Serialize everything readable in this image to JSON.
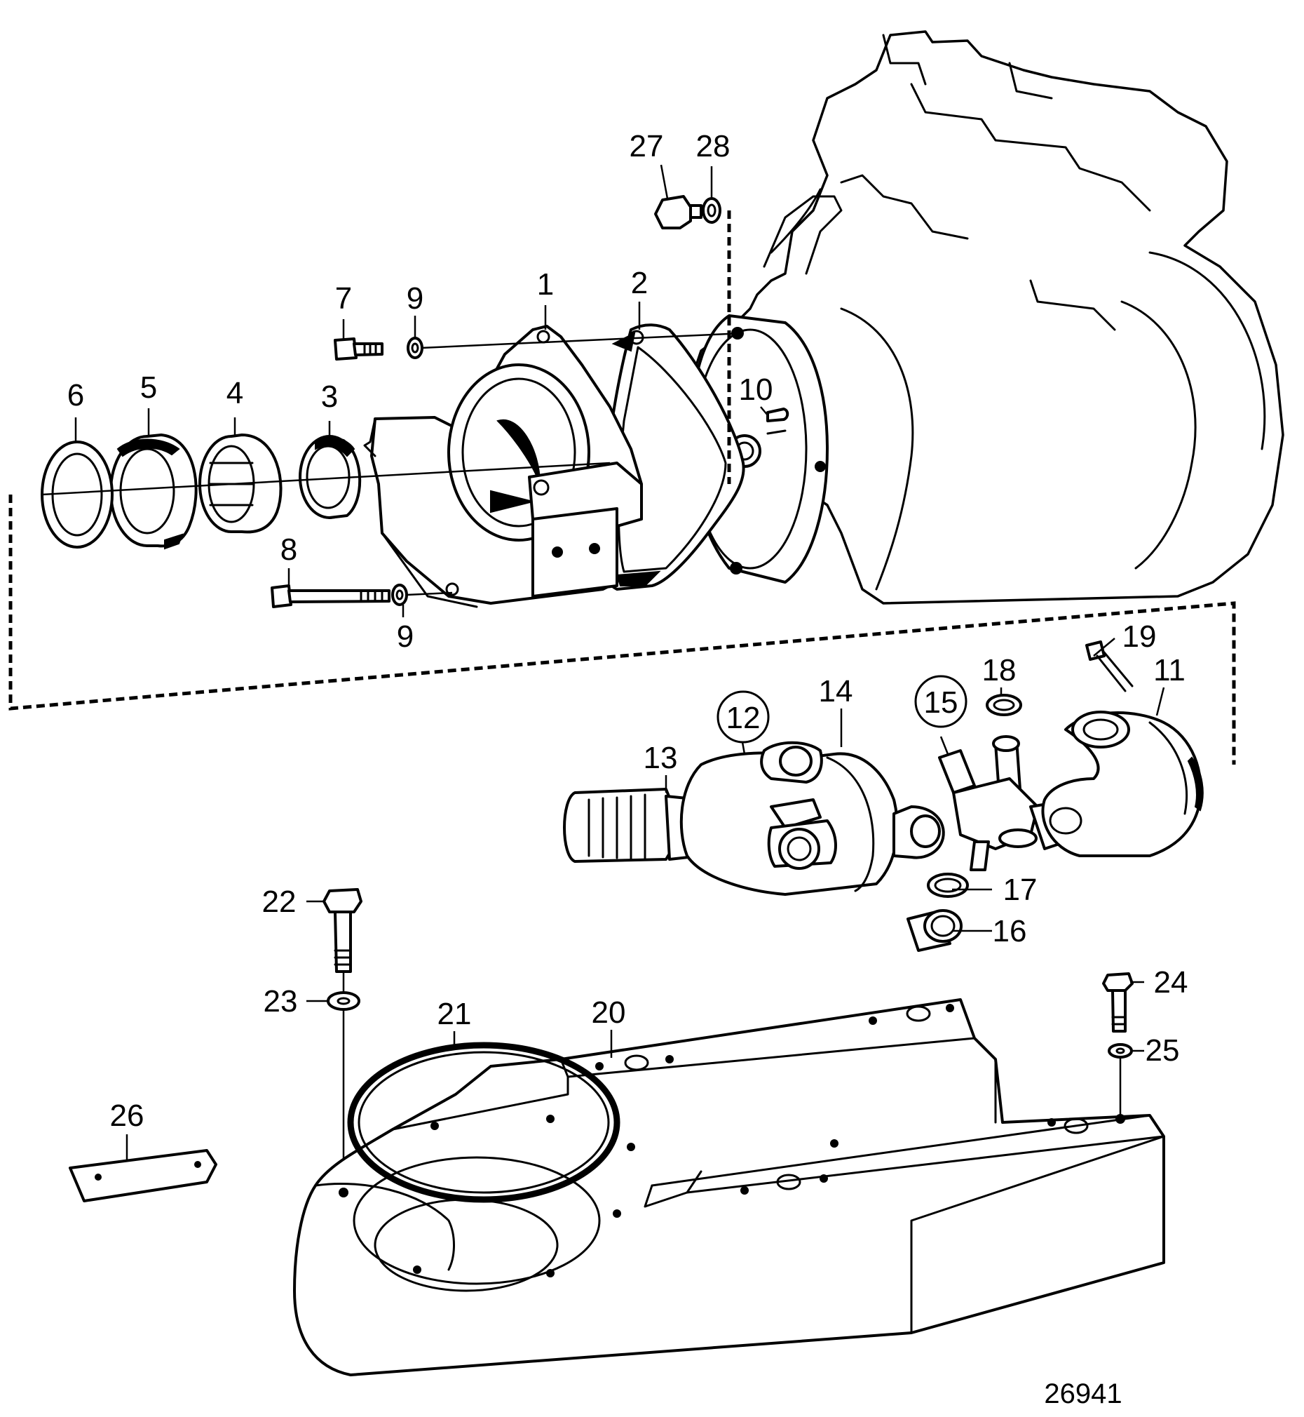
{
  "drawing": {
    "reference_code": "26941",
    "labels": {
      "p1": "1",
      "p2": "2",
      "p3": "3",
      "p4": "4",
      "p5": "5",
      "p6": "6",
      "p7": "7",
      "p8": "8",
      "p9a": "9",
      "p9b": "9",
      "p10": "10",
      "p11": "11",
      "p12": "12",
      "p13": "13",
      "p14": "14",
      "p15": "15",
      "p16": "16",
      "p17": "17",
      "p18": "18",
      "p19": "19",
      "p20": "20",
      "p21": "21",
      "p22": "22",
      "p23": "23",
      "p24": "24",
      "p25": "25",
      "p26": "26",
      "p27": "27",
      "p28": "28"
    },
    "circled_labels": [
      "12",
      "15"
    ]
  }
}
